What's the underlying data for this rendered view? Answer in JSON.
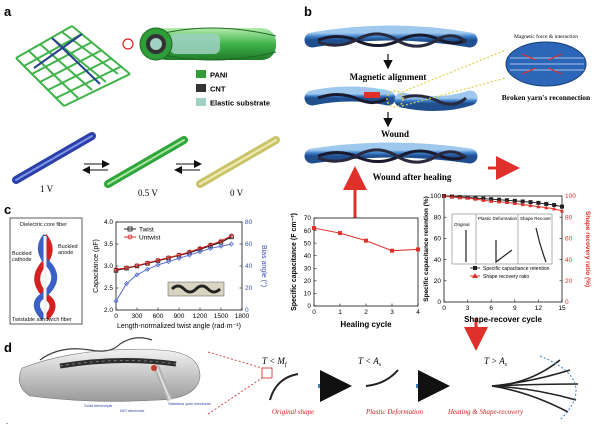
{
  "panel_labels": {
    "a": "a",
    "b": "b",
    "c": "c",
    "d": "d"
  },
  "panel_a": {
    "legend": [
      {
        "label": "PANI",
        "color": "#2f9e3a"
      },
      {
        "label": "CNT",
        "color": "#333333"
      },
      {
        "label": "Elastic substrate",
        "color": "#9fd1c4"
      }
    ],
    "voltages": [
      "1 V",
      "0.5 V",
      "0 V"
    ],
    "fiber_colors": [
      "#2b3fa8",
      "#2fa53c",
      "#c9c46a"
    ]
  },
  "panel_b": {
    "steps": [
      "Magnetic alignment",
      "Wound",
      "Wound after healing"
    ],
    "zoom_label": "Magnetic force & interaction",
    "zoom_caption": "Broken yarn's reconnection"
  },
  "panel_c": {
    "schematic_labels": {
      "core": "Dielectric core fiber",
      "cathode": "Buckled\ncathode",
      "anode": "Buckled\nanode",
      "sandwich": "Twistable sandwich fiber"
    },
    "chart_data": [
      {
        "type": "line",
        "xlabel": "Length-normalized twist angle (rad·m⁻¹)",
        "ylabel": "Capacitance (pF)",
        "y2label": "Bias angle (°)",
        "xlim": [
          0,
          1800
        ],
        "ylim": [
          2.0,
          4.0
        ],
        "y2lim": [
          0,
          80
        ],
        "xticks": [
          "0",
          "300",
          "600",
          "900",
          "1200",
          "1500",
          "1800"
        ],
        "yticks": [
          "2.0",
          "2.5",
          "3.0",
          "3.5",
          "4.0"
        ],
        "y2ticks": [
          "0",
          "20",
          "40",
          "60",
          "80"
        ],
        "legend": [
          "Twist",
          "Untwist"
        ],
        "series": [
          {
            "name": "Twist",
            "color": "#111111",
            "x": [
              0,
              150,
              300,
              450,
              600,
              750,
              900,
              1050,
              1200,
              1350,
              1500,
              1650
            ],
            "y": [
              2.9,
              2.95,
              3.0,
              3.06,
              3.12,
              3.18,
              3.24,
              3.3,
              3.38,
              3.46,
              3.54,
              3.66
            ]
          },
          {
            "name": "Untwist",
            "color": "#d42020",
            "x": [
              0,
              150,
              300,
              450,
              600,
              750,
              900,
              1050,
              1200,
              1350,
              1500,
              1650
            ],
            "y": [
              2.92,
              2.96,
              3.01,
              3.07,
              3.13,
              3.19,
              3.25,
              3.32,
              3.4,
              3.48,
              3.57,
              3.69
            ]
          },
          {
            "name": "Bias angle",
            "color": "#5a6fd0",
            "axis": "right",
            "x": [
              0,
              150,
              300,
              450,
              600,
              750,
              900,
              1050,
              1200,
              1350,
              1500,
              1650
            ],
            "y": [
              8,
              24,
              32,
              37,
              41,
              44,
              47,
              50,
              53,
              56,
              58,
              60
            ]
          }
        ]
      }
    ]
  },
  "panel_heal": {
    "chart_data": [
      {
        "type": "line",
        "xlabel": "Healing cycle",
        "ylabel": "Specific capacitance (F cm⁻³)",
        "xlim": [
          0,
          4
        ],
        "ylim": [
          0,
          70
        ],
        "xticks": [
          "0",
          "1",
          "2",
          "3",
          "4"
        ],
        "yticks": [
          "0",
          "10",
          "20",
          "30",
          "40",
          "50",
          "60",
          "70"
        ],
        "series": [
          {
            "color": "#e0302a",
            "x": [
              0,
              1,
              2,
              3,
              4
            ],
            "y": [
              62,
              58,
              52,
              44,
              45
            ]
          }
        ]
      }
    ]
  },
  "panel_recover": {
    "legend": [
      "Specific capacitance retention",
      "Shape recovery ratio"
    ],
    "stage_labels": [
      "Original",
      "Plastic Deformation",
      "Shape Recover"
    ],
    "chart_data": [
      {
        "type": "line",
        "xlabel": "Shape-recover cycle",
        "ylabel": "Specific capacitance retention (%)",
        "y2label": "Shape recovery ratio (%)",
        "xlim": [
          0,
          15
        ],
        "ylim": [
          0,
          100
        ],
        "y2lim": [
          0,
          100
        ],
        "xticks": [
          "0",
          "3",
          "6",
          "9",
          "12",
          "15"
        ],
        "yticks": [
          "0",
          "20",
          "40",
          "60",
          "80",
          "100"
        ],
        "y2ticks": [
          "0",
          "20",
          "40",
          "60",
          "80",
          "100"
        ],
        "series": [
          {
            "name": "Specific capacitance retention",
            "color": "#222222",
            "x": [
              0,
              1,
              2,
              3,
              4,
              5,
              6,
              7,
              8,
              9,
              10,
              11,
              12,
              13,
              14,
              15
            ],
            "y": [
              100,
              99.5,
              99,
              98.6,
              98,
              97.5,
              97,
              96.5,
              96,
              95.4,
              94.8,
              94.2,
              93.5,
              92.5,
              91.5,
              90
            ]
          },
          {
            "name": "Shape recovery ratio",
            "color": "#e0302a",
            "axis": "right",
            "x": [
              0,
              1,
              2,
              3,
              4,
              5,
              6,
              7,
              8,
              9,
              10,
              11,
              12,
              13,
              14,
              15
            ],
            "y": [
              100,
              99,
              98.5,
              98,
              97,
              96,
              95,
              94.5,
              94,
              93,
              92,
              91,
              90,
              89,
              88,
              86
            ]
          }
        ]
      }
    ]
  },
  "panel_d": {
    "device_labels": [
      "Solid electrolyte",
      "Stainless yarn electrode",
      "NiTi electrode"
    ],
    "stages": [
      {
        "temp": "T < M",
        "sub": "f",
        "caption": "Original shape"
      },
      {
        "temp": "T < A",
        "sub": "s",
        "caption": "Plastic Deformation"
      },
      {
        "temp": "T > A",
        "sub": "s",
        "caption": "Heating & Shape-recovery"
      }
    ]
  }
}
